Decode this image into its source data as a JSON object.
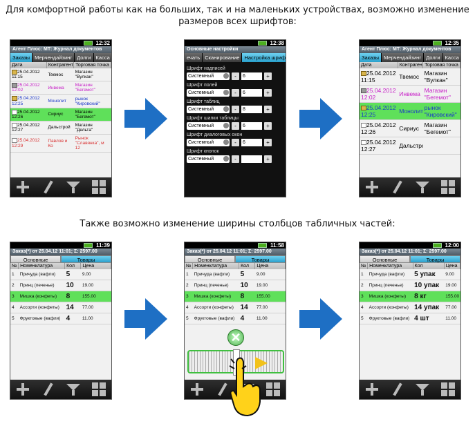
{
  "captions": {
    "top": "Для комфортной работы как на больших, так и на маленьких устройствах, возможно изменение размеров всех шрифтов:",
    "middle": "Также возможно изменение ширины столбцов табличных частей:"
  },
  "status_times": {
    "p1": "12:32",
    "p2": "12:38",
    "p3": "12:35",
    "p4": "11:39",
    "p5": "11:58",
    "p6": "12:00"
  },
  "journal": {
    "title": "Агент Плюс: МТ: Журнал документов",
    "tabs": [
      "Заказы",
      "Мерчендайзинг",
      "Долги",
      "Касса"
    ],
    "columns": [
      "Дата",
      "Контрагент",
      "Торговая точка"
    ],
    "rows": [
      {
        "date": "25.04.2012 11:15",
        "client": "Твемос",
        "shop": "Магазин \"Вулкан\"",
        "color": "#000000"
      },
      {
        "date": "25.04.2012 12:02",
        "client": "Инвема",
        "shop": "Магазин \"Бегемот\"",
        "color": "#c61bc6"
      },
      {
        "date": "25.04.2012 12:25",
        "client": "Монолит",
        "shop": "рынок \"Кировский\"",
        "color": "#1a36c9"
      },
      {
        "date": "25.04.2012 12:26",
        "client": "Сириус",
        "shop": "Магазин \"Бегемот\"",
        "color": "#000000"
      },
      {
        "date": "25.04.2012 12:27",
        "client": "Дальстрой",
        "shop": "Магазин \"Дельта\"",
        "color": "#000000"
      },
      {
        "date": "25.04.2012 12:29",
        "client": "Павлов и Ко",
        "shop": "Рынок \"Славянка\", м 12",
        "color": "#d83030"
      }
    ]
  },
  "journal_big": {
    "rows": [
      {
        "date": "25.04.2012 11:15",
        "client": "Твемос",
        "shop": "Магазин \"Вулкан\"",
        "color": "#000000"
      },
      {
        "date": "25.04.2012 12:02",
        "client": "Инвема",
        "shop": "Магазин \"Бегемот\"",
        "color": "#c61bc6"
      },
      {
        "date": "25.04.2012 12:25",
        "client": "Монолит",
        "shop": "рынок \"Кировский\"",
        "color": "#1a36c9"
      },
      {
        "date": "25.04.2012 12:26",
        "client": "Сириус",
        "shop": "Магазин \"Бегемот\"",
        "color": "#000000"
      },
      {
        "date": "25.04.2012 12:27",
        "client": "Дальстрой",
        "shop": "",
        "color": "#000000"
      }
    ]
  },
  "settings": {
    "title": "Основные настройки",
    "tabs": [
      "ечать",
      "Сканирование",
      "Настройка шрифта"
    ],
    "items": [
      {
        "label": "Шрифт надписей",
        "font": "Системный",
        "size": "6"
      },
      {
        "label": "Шрифт полей",
        "font": "Системный",
        "size": "6"
      },
      {
        "label": "Шрифт таблиц",
        "font": "Системный",
        "size": "8"
      },
      {
        "label": "Шрифт шапки таблицы",
        "font": "Системный",
        "size": "6"
      },
      {
        "label": "Шрифт диалоговых окон",
        "font": "Системный",
        "size": "6"
      },
      {
        "label": "Шрифт кнопок",
        "font": "Системный",
        "size": ""
      }
    ],
    "minus": "-",
    "plus": "+"
  },
  "order": {
    "title": "Заказ(*) от 25.04.12 11:01; Σ: 2597.00",
    "tabs": [
      "Основные",
      "Товары"
    ],
    "columns": [
      "№",
      "Номенклатура",
      "Кол",
      "Цена"
    ],
    "rows": [
      {
        "n": "1",
        "name": "Причуда (вафли)",
        "qty": "5",
        "price": "9.00"
      },
      {
        "n": "2",
        "name": "Принц (печенье)",
        "qty": "10",
        "price": "19.00"
      },
      {
        "n": "3",
        "name": "Мишка (конфеты)",
        "qty": "8",
        "price": "155.00"
      },
      {
        "n": "4",
        "name": "Ассорти (конфеты)",
        "qty": "14",
        "price": "77.00"
      },
      {
        "n": "5",
        "name": "Фруктовые (вафли)",
        "qty": "4",
        "price": "11.00"
      }
    ],
    "rows_wide": [
      {
        "n": "1",
        "name": "Причуда (вафли)",
        "qty": "5 упак",
        "price": "9.00"
      },
      {
        "n": "2",
        "name": "Принц (печенье)",
        "qty": "10 упак",
        "price": "19.00"
      },
      {
        "n": "3",
        "name": "Мишка (конфеты)",
        "qty": "8 кг",
        "price": "155.00"
      },
      {
        "n": "4",
        "name": "Ассорти (конфеты)",
        "qty": "14 упак",
        "price": "77.00"
      },
      {
        "n": "5",
        "name": "Фруктовые (вафли)",
        "qty": "4 шт",
        "price": "11.00"
      }
    ]
  },
  "colors": {
    "arrow": "#1e6fc4",
    "highlight": "#5fe05a",
    "tab_active": "#2aa0cc"
  }
}
